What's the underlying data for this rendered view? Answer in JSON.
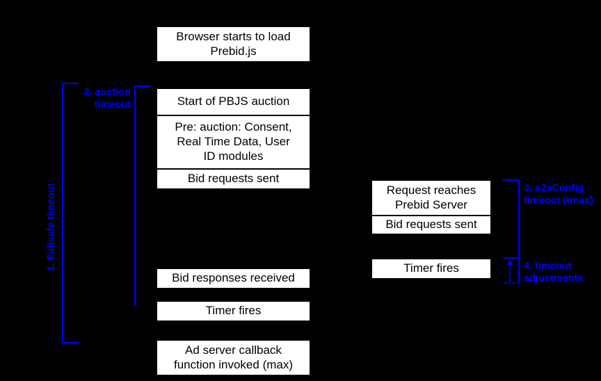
{
  "diagram": {
    "title_hidden": "Prebid timeout diagram",
    "background_color": "#000000",
    "box_fill": "#ffffff",
    "box_text_color": "#000000",
    "annotation_color": "#0000ff",
    "client_boxes": [
      {
        "label": "Browser starts to load\nPrebid.js"
      },
      {
        "label": "Start of PBJS auction"
      },
      {
        "label": "Pre: auction: Consent,\nReal Time Data, User\nID modules"
      },
      {
        "label": "Bid requests sent"
      },
      {
        "label": "Bid responses received"
      },
      {
        "label": "Timer fires"
      },
      {
        "label": "Ad server callback\nfunction invoked (max)"
      }
    ],
    "server_boxes": [
      {
        "label": "Request reaches\nPrebid Server"
      },
      {
        "label": "Bid requests sent"
      },
      {
        "label": "Timer fires"
      }
    ],
    "annotations": [
      {
        "id": "failsafe",
        "label": "1. Failsafe timeout",
        "orientation": "vertical"
      },
      {
        "id": "auction",
        "label": "2. auction\ntimeout",
        "orientation": "horizontal"
      },
      {
        "id": "s2sconfig",
        "label": "3. s2sConfig\ntimeout (tmax)",
        "orientation": "horizontal"
      },
      {
        "id": "adjustments",
        "label": "4. timeout\nadjustments",
        "orientation": "horizontal"
      }
    ]
  }
}
